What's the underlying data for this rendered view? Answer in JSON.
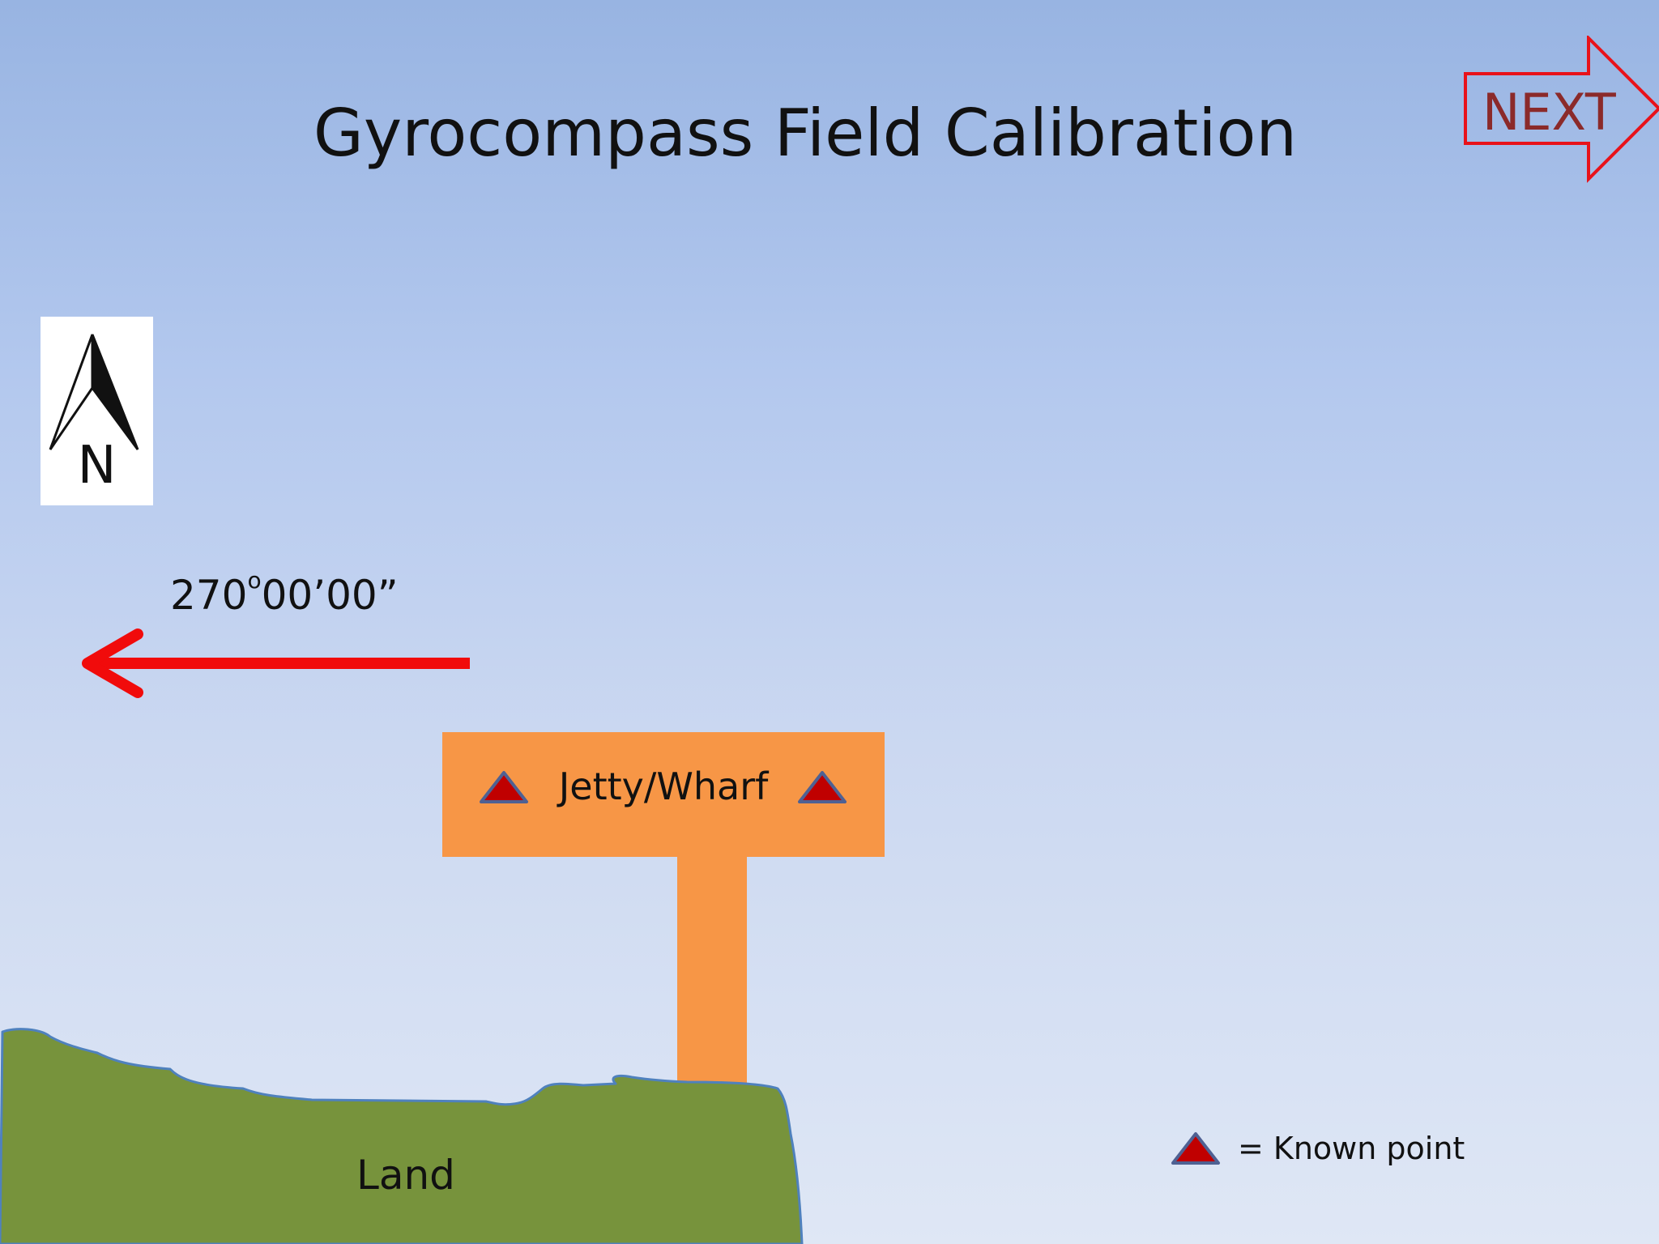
{
  "slide": {
    "title": "Gyrocompass Field Calibration",
    "next_label": "NEXT",
    "north_letter": "N",
    "bearing": {
      "degrees": "270",
      "degree_symbol": "o",
      "minutes_seconds": "00’00”"
    },
    "jetty_label": "Jetty/Wharf",
    "land_label": "Land",
    "legend_text": "= Known point"
  },
  "colors": {
    "arrow": "#f10b0b",
    "next_outline": "#e8121a",
    "next_text": "#8b2a2a",
    "jetty": "#f79646",
    "land": "#77933c",
    "land_outline": "#4f81bd",
    "marker_fill": "#c00000",
    "marker_outline": "#4f6193"
  }
}
